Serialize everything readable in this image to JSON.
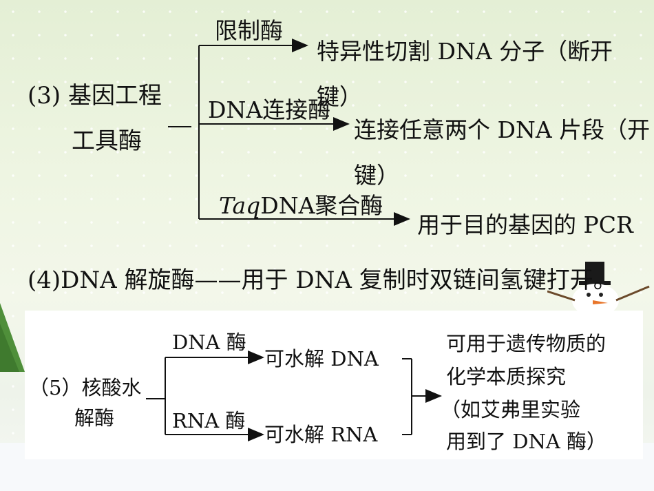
{
  "section3": {
    "heading_line1": "(3) 基因工程",
    "heading_line2": "工具酶",
    "branch1_label": "限制酶",
    "branch1_text_line1": "特异性切割 DNA 分子（断开",
    "branch1_text_line2": "键）",
    "branch2_label": "DNA连接酶",
    "branch2_text_line1": "连接任意两个 DNA 片段（开",
    "branch2_text_line2": "键）",
    "branch3_label_italic": "Taq",
    "branch3_label_rest": "DNA聚合酶",
    "branch3_text": "用于目的基因的 PCR"
  },
  "section4": {
    "text": "(4)DNA 解旋酶——用于 DNA 复制时双链间氢键打开。"
  },
  "section5": {
    "heading_line1": "（5）核酸水",
    "heading_line2": "解酶",
    "dna_label": "DNA 酶",
    "dna_result": "可水解 DNA",
    "rna_label": "RNA 酶",
    "rna_result": "可水解 RNA",
    "conclusion_line1": "可用于遗传物质的",
    "conclusion_line2": "化学本质探究",
    "conclusion_line3": "（如艾弗里实验",
    "conclusion_line4": "用到了 DNA 酶）"
  }
}
